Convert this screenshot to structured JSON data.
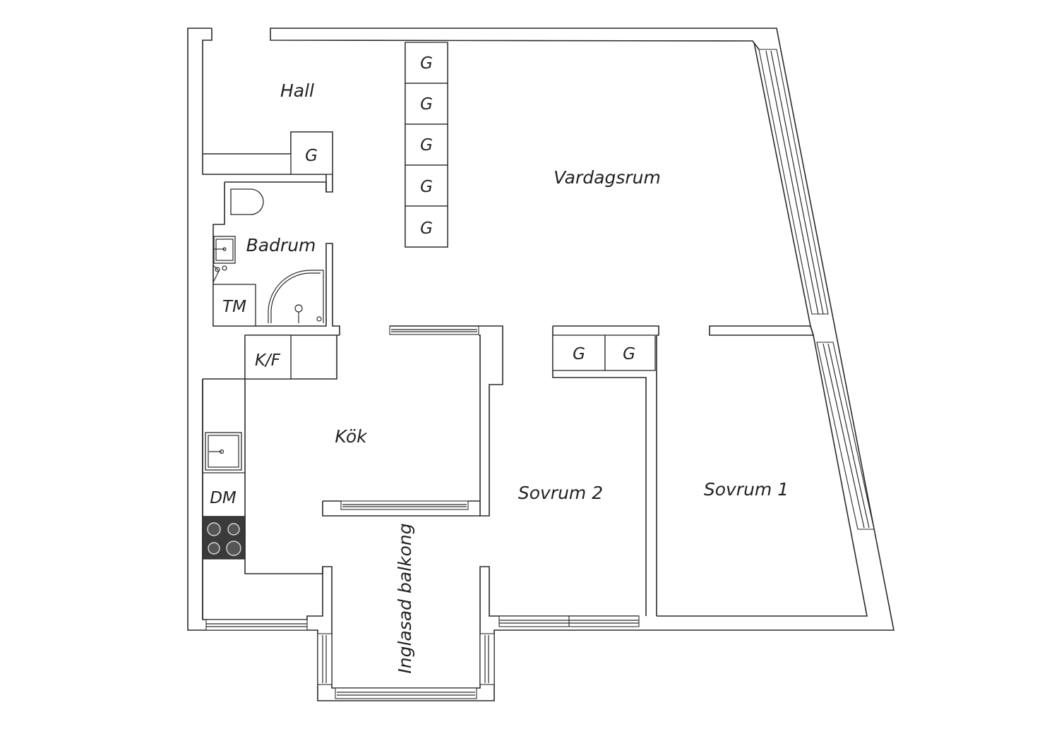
{
  "rooms": {
    "hall": "Hall",
    "vardagsrum": "Vardagsrum",
    "badrum": "Badrum",
    "kok": "Kök",
    "sovrum2": "Sovrum 2",
    "sovrum1": "Sovrum 1",
    "balkong": "Inglasad balkong"
  },
  "fixtures": {
    "garderob": "G",
    "tvattmaskin": "TM",
    "kyl_frys": "K/F",
    "diskmaskin": "DM"
  },
  "colors": {
    "line": "#2a2a2a",
    "stove": "#3a3a3a",
    "background": "#ffffff"
  }
}
